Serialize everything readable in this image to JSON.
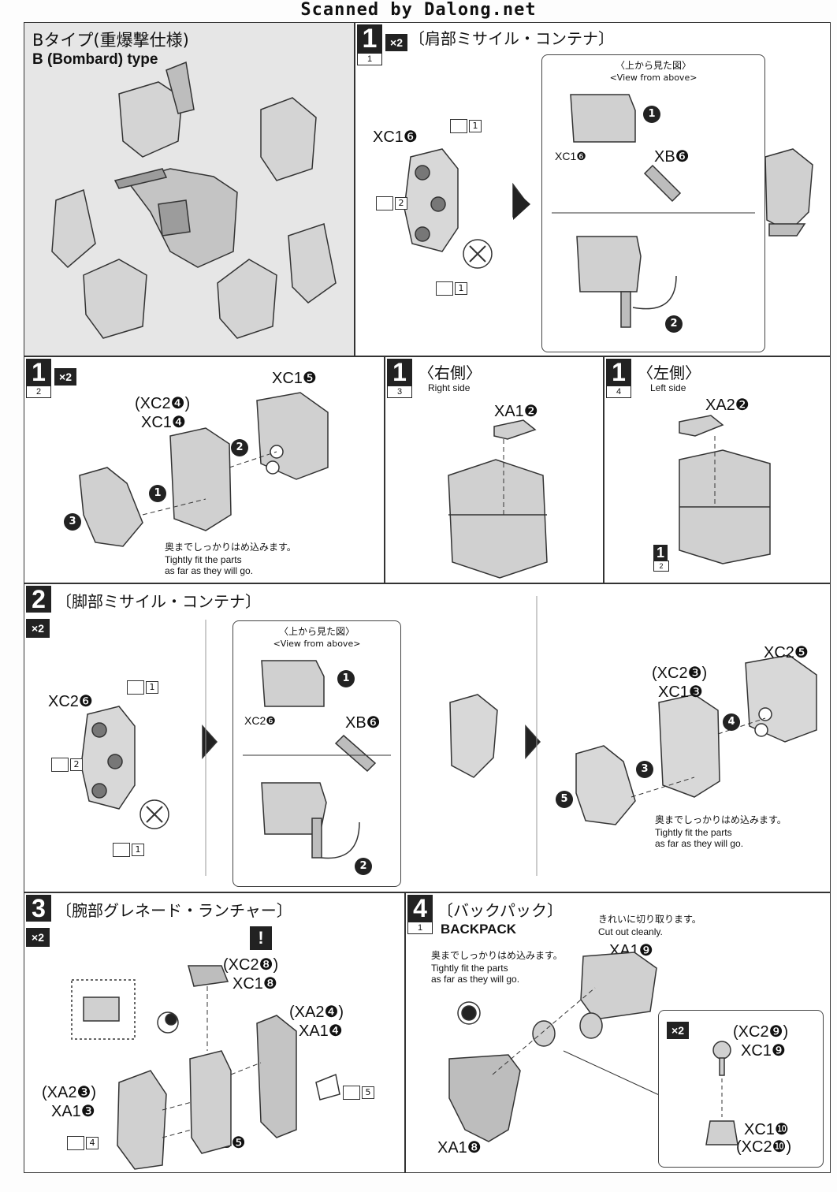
{
  "header": {
    "scanned_by": "Scanned by Dalong.net"
  },
  "intro": {
    "title_jp": "Bタイプ(重爆撃仕様)",
    "title_en": "B (Bombard) type"
  },
  "step1_1": {
    "num": "1",
    "sub": "1",
    "qty": "×2",
    "title": "〔肩部ミサイル・コンテナ〕",
    "part_label": "XC1❻",
    "cut_labels": [
      "1",
      "2",
      "1"
    ],
    "view": {
      "cap_jp": "〈上から見た図〉",
      "cap_en": "<View from above>",
      "part": "XC1❻",
      "xb": "XB❻",
      "step_a": "1",
      "step_b": "2"
    }
  },
  "step1_2": {
    "num": "1",
    "sub": "2",
    "qty": "×2",
    "labels": [
      "(XC2❹)",
      "XC1❹",
      "XC1❺"
    ],
    "steps": [
      "1",
      "2",
      "3"
    ],
    "note_jp": "奥までしっかりはめ込みます。",
    "note_en_1": "Tightly fit the parts",
    "note_en_2": "as far as they will go."
  },
  "step1_3": {
    "num": "1",
    "sub": "3",
    "title_jp": "〈右側〉",
    "title_en": "Right side",
    "part": "XA1❷"
  },
  "step1_4": {
    "num": "1",
    "sub": "4",
    "title_jp": "〈左側〉",
    "title_en": "Left side",
    "part": "XA2❷",
    "ref_num": "1",
    "ref_sub": "2"
  },
  "step2": {
    "num": "2",
    "qty": "×2",
    "title": "〔脚部ミサイル・コンテナ〕",
    "part_label": "XC2❻",
    "cut_labels": [
      "1",
      "2",
      "1"
    ],
    "view": {
      "cap_jp": "〈上から見た図〉",
      "cap_en": "<View from above>",
      "part": "XC2❻",
      "xb": "XB❻",
      "step_a": "1",
      "step_b": "2"
    },
    "labels": [
      "(XC2❸)",
      "XC1❸",
      "XC2❺"
    ],
    "steps": [
      "3",
      "4",
      "5"
    ],
    "note_jp": "奥までしっかりはめ込みます。",
    "note_en_1": "Tightly fit the parts",
    "note_en_2": "as far as they will go."
  },
  "step3": {
    "num": "3",
    "qty": "×2",
    "title": "〔腕部グレネード・ランチャー〕",
    "warn": "!",
    "labels": [
      "(XC2❽)",
      "XC1❽",
      "(XA2❹)",
      "XA1❹",
      "(XA2❸)",
      "XA1❸",
      "XB❺"
    ],
    "cut_labels": [
      "5",
      "4"
    ]
  },
  "step4": {
    "num": "4",
    "sub": "1",
    "title": "〔バックパック〕",
    "title_en": "BACKPACK",
    "cut_note_jp": "きれいに切り取ります。",
    "cut_note_en": "Cut out cleanly.",
    "fit_jp": "奥までしっかりはめ込みます。",
    "fit_en_1": "Tightly fit the parts",
    "fit_en_2": "as far as they will go.",
    "labels": [
      "XA1❾",
      "XA1❽"
    ],
    "inset": {
      "qty": "×2",
      "labels": [
        "(XC2❾)",
        "XC1❾",
        "XC1❿",
        "(XC2❿)"
      ]
    }
  }
}
